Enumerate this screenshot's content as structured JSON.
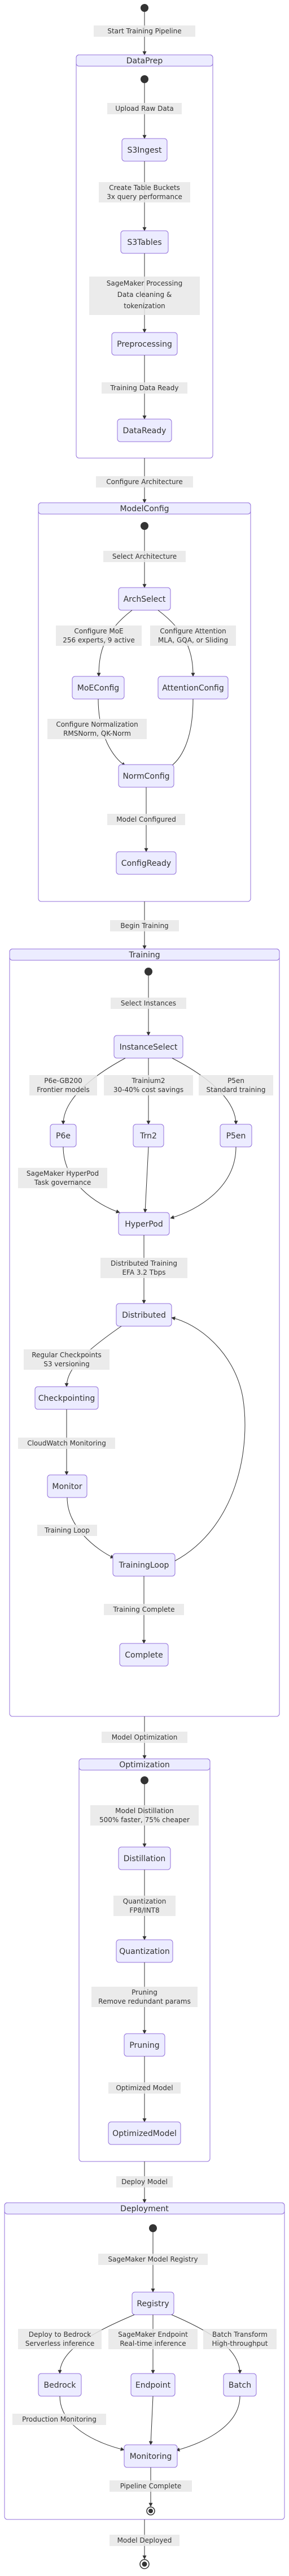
{
  "nodes": {
    "DataPrep": "DataPrep",
    "S3Ingest": "S3Ingest",
    "S3Tables": "S3Tables",
    "Preprocessing": "Preprocessing",
    "DataReady": "DataReady",
    "ModelConfig": "ModelConfig",
    "ArchSelect": "ArchSelect",
    "MoEConfig": "MoEConfig",
    "AttentionConfig": "AttentionConfig",
    "NormConfig": "NormConfig",
    "ConfigReady": "ConfigReady",
    "Training": "Training",
    "InstanceSelect": "InstanceSelect",
    "P6e": "P6e",
    "Trn2": "Trn2",
    "P5en": "P5en",
    "HyperPod": "HyperPod",
    "Distributed": "Distributed",
    "Checkpointing": "Checkpointing",
    "Monitor": "Monitor",
    "TrainingLoop": "TrainingLoop",
    "Complete": "Complete",
    "Optimization": "Optimization",
    "Distillation": "Distillation",
    "Quantization": "Quantization",
    "Pruning": "Pruning",
    "OptimizedModel": "OptimizedModel",
    "Deployment": "Deployment",
    "Registry": "Registry",
    "Bedrock": "Bedrock",
    "Endpoint": "Endpoint",
    "Batch": "Batch",
    "Monitoring": "Monitoring"
  },
  "labels": {
    "start_training_pipeline": "Start Training Pipeline",
    "upload_raw_data": "Upload Raw Data",
    "create_table_buckets_1": "Create Table Buckets",
    "create_table_buckets_2": "3x query performance",
    "sagemaker_processing_1": "SageMaker Processing",
    "sagemaker_processing_2": "Data cleaning &",
    "sagemaker_processing_3": "tokenization",
    "training_data_ready": "Training Data Ready",
    "configure_architecture": "Configure Architecture",
    "select_architecture": "Select Architecture",
    "configure_moe_1": "Configure MoE",
    "configure_moe_2": "256 experts, 9 active",
    "configure_attention_1": "Configure Attention",
    "configure_attention_2": "MLA, GQA, or Sliding",
    "configure_norm_1": "Configure Normalization",
    "configure_norm_2": "RMSNorm, QK-Norm",
    "model_configured": "Model Configured",
    "begin_training": "Begin Training",
    "select_instances": "Select Instances",
    "p6e_1": "P6e-GB200",
    "p6e_2": "Frontier models",
    "trainium_1": "Trainium2",
    "trainium_2": "30-40% cost savings",
    "p5en_1": "P5en",
    "p5en_2": "Standard training",
    "hyperpod_1": "SageMaker HyperPod",
    "hyperpod_2": "Task governance",
    "distributed_1": "Distributed Training",
    "distributed_2": "EFA 3.2 Tbps",
    "checkpoints_1": "Regular Checkpoints",
    "checkpoints_2": "S3 versioning",
    "cloudwatch": "CloudWatch Monitoring",
    "training_loop": "Training Loop",
    "training_complete": "Training Complete",
    "model_optimization": "Model Optimization",
    "distill_1": "Model Distillation",
    "distill_2": "500% faster, 75% cheaper",
    "quant_1": "Quantization",
    "quant_2": "FP8/INT8",
    "prune_1": "Pruning",
    "prune_2": "Remove redundant params",
    "optimized_model": "Optimized Model",
    "deploy_model": "Deploy Model",
    "registry_label": "SageMaker Model Registry",
    "bedrock_1": "Deploy to Bedrock",
    "bedrock_2": "Serverless inference",
    "endpoint_1": "SageMaker Endpoint",
    "endpoint_2": "Real-time inference",
    "batch_1": "Batch Transform",
    "batch_2": "High-throughput",
    "production_monitoring": "Production Monitoring",
    "pipeline_complete": "Pipeline Complete",
    "model_deployed": "Model Deployed"
  }
}
